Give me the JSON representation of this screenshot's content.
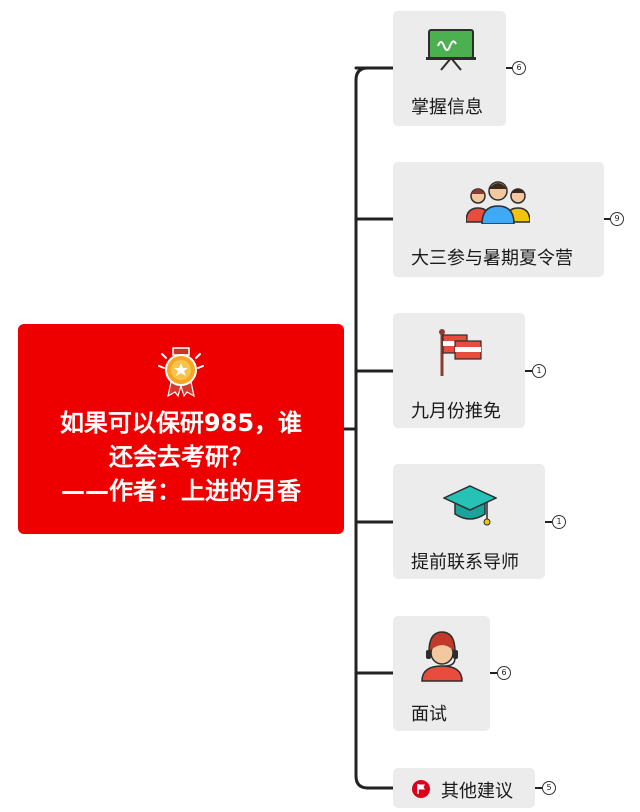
{
  "root": {
    "title": "如果可以保研985，谁\n还会去考研？\n——作者：上进的月香",
    "icon": "award-medal-icon"
  },
  "branches": [
    {
      "label": "掌握信息",
      "count": "6",
      "icon": "chalkboard-icon"
    },
    {
      "label": "大三参与暑期夏令营",
      "count": "9",
      "icon": "people-group-icon"
    },
    {
      "label": "九月份推免",
      "count": "1",
      "icon": "flag-icon"
    },
    {
      "label": "提前联系导师",
      "count": "1",
      "icon": "graduation-cap-icon"
    },
    {
      "label": "面试",
      "count": "6",
      "icon": "customer-service-icon"
    },
    {
      "label": "其他建议",
      "count": "5",
      "icon": "red-flag-marker-icon"
    }
  ],
  "colors": {
    "root_bg": "#ee0000",
    "topic_bg": "#ececec",
    "line": "#222222"
  }
}
